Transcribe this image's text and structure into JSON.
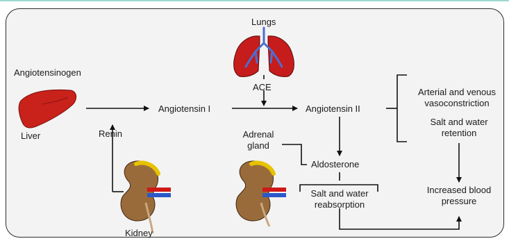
{
  "diagram": {
    "labels": {
      "lungs": "Lungs",
      "ace": "ACE",
      "angiotensinogen": "Angiotensinogen",
      "liver": "Liver",
      "renin": "Renin",
      "angiotensin_1": "Angiotensin I",
      "angiotensin_2": "Angiotensin II",
      "adrenal_line1": "Adrenal",
      "adrenal_line2": "gland",
      "aldosterone": "Aldosterone",
      "salt_reab_line1": "Salt and water",
      "salt_reab_line2": "reabsorption",
      "arterial_line1": "Arterial  and venous",
      "arterial_line2": "vasoconstriction",
      "retention_line1": "Salt and water",
      "retention_line2": "retention",
      "increased_line1": "Increased blood",
      "increased_line2": "pressure",
      "kidney": "Kidney"
    },
    "colors": {
      "panel": "#f3f3f3",
      "liver": "#c9221b",
      "lungs": "#c61c1c",
      "bronchi": "#4a6fd0",
      "kidney": "#9a6b3a",
      "adrenal": "#e6c200",
      "artery": "#d01818",
      "vein": "#2a58c8"
    }
  }
}
